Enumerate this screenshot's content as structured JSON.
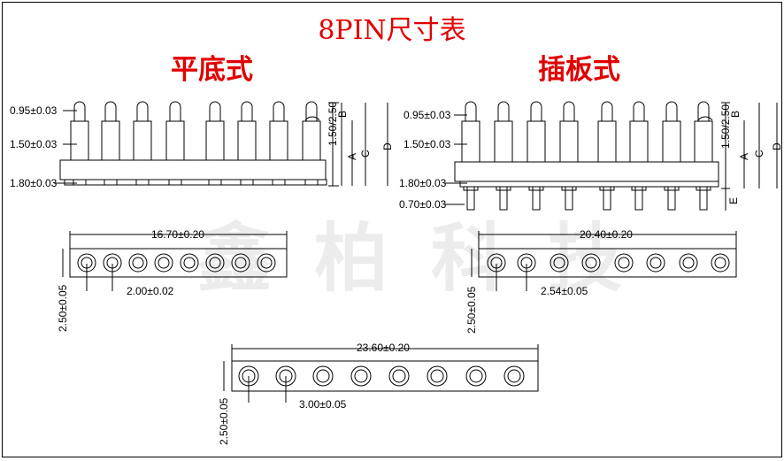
{
  "title": "8PIN尺寸表",
  "watermark": "鑫柏科技",
  "flat_type": {
    "label": "平底式",
    "dims": {
      "head": "0.95±0.03",
      "body": "1.50±0.03",
      "base": "1.80±0.03"
    },
    "side_labels": {
      "top": "1.50/2.50",
      "b": "B",
      "a": "A",
      "c": "C",
      "d": "D"
    }
  },
  "insert_type": {
    "label": "插板式",
    "dims": {
      "head": "0.95±0.03",
      "body": "1.50±0.03",
      "base": "1.80±0.03",
      "tail": "0.70±0.03"
    },
    "side_labels": {
      "top": "1.50/2.50",
      "b": "B",
      "a": "A",
      "c": "C",
      "d": "D",
      "e": "E"
    }
  },
  "top_views": [
    {
      "length": "16.70±0.20",
      "pitch": "2.00±0.02",
      "width": "2.50±0.05"
    },
    {
      "length": "20.40±0.20",
      "pitch": "2.54±0.05",
      "width": "2.50±0.05"
    },
    {
      "length": "23.60±0.20",
      "pitch": "3.00±0.05",
      "width": "2.50±0.05"
    }
  ]
}
